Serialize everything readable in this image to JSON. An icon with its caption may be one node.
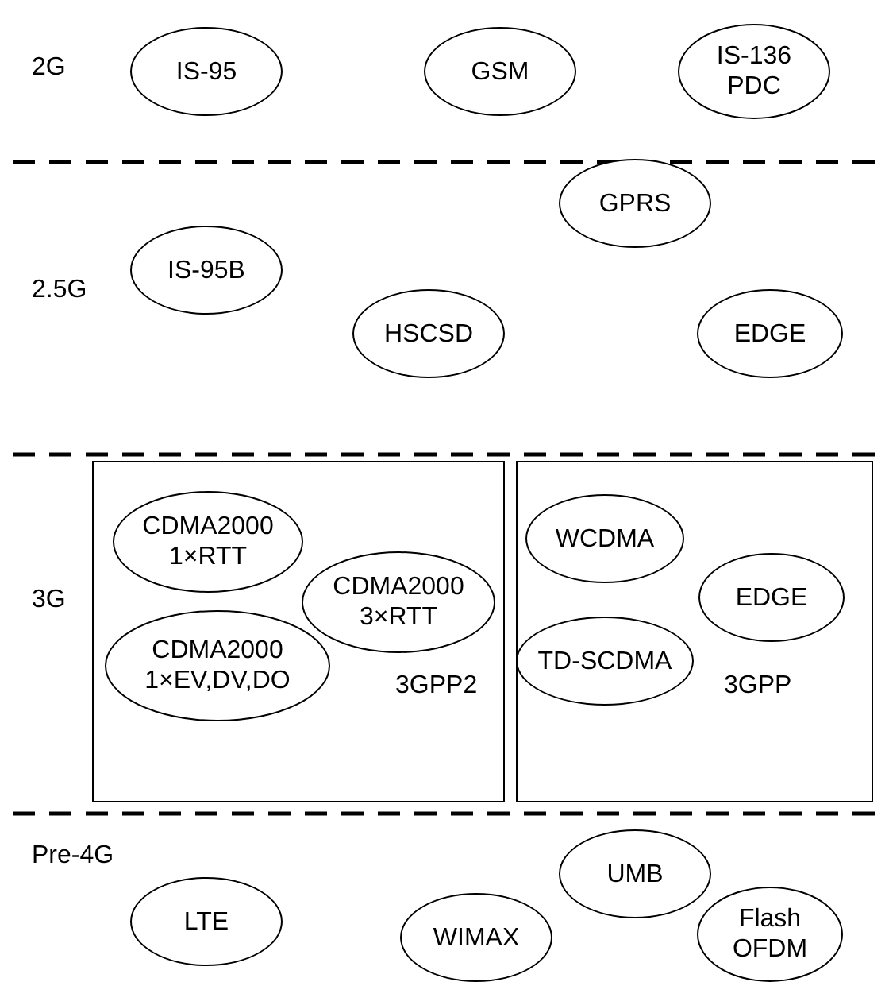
{
  "diagram": {
    "nodes": [
      {
        "text": [
          "IS-95"
        ]
      },
      {
        "text": [
          "GSM"
        ]
      },
      {
        "text": [
          "IS-136 PDC"
        ]
      },
      {
        "text": [
          "IS-95B"
        ]
      },
      {
        "text": [
          "GPRS"
        ]
      },
      {
        "text": [
          "HSCSD"
        ]
      },
      {
        "text": [
          "EDGE"
        ]
      },
      {
        "text": [
          "3GPP2"
        ]
      },
      {
        "text": [
          "CDMA2000 1×RTT"
        ],
        "in": 7
      },
      {
        "text": [
          "CDMA2000 3×RTT"
        ],
        "in": 7
      },
      {
        "text": [
          "CDMA2000 1×EV,DV,DO"
        ],
        "in": 7
      },
      {
        "text": [
          "3GPP"
        ]
      },
      {
        "text": [
          "WCDMA"
        ],
        "in": 11
      },
      {
        "text": [
          "EDGE"
        ],
        "in": 11
      },
      {
        "text": [
          "TD-SCDMA"
        ],
        "in": 11
      },
      {
        "text": [
          "UMB"
        ]
      },
      {
        "text": [
          "LTE"
        ]
      },
      {
        "text": [
          "WIMAX"
        ]
      },
      {
        "text": [
          "Flash OFDM"
        ]
      }
    ],
    "edges": [],
    "labels": [
      "2G",
      "2.5G",
      "3G",
      "Pre-4G"
    ]
  }
}
